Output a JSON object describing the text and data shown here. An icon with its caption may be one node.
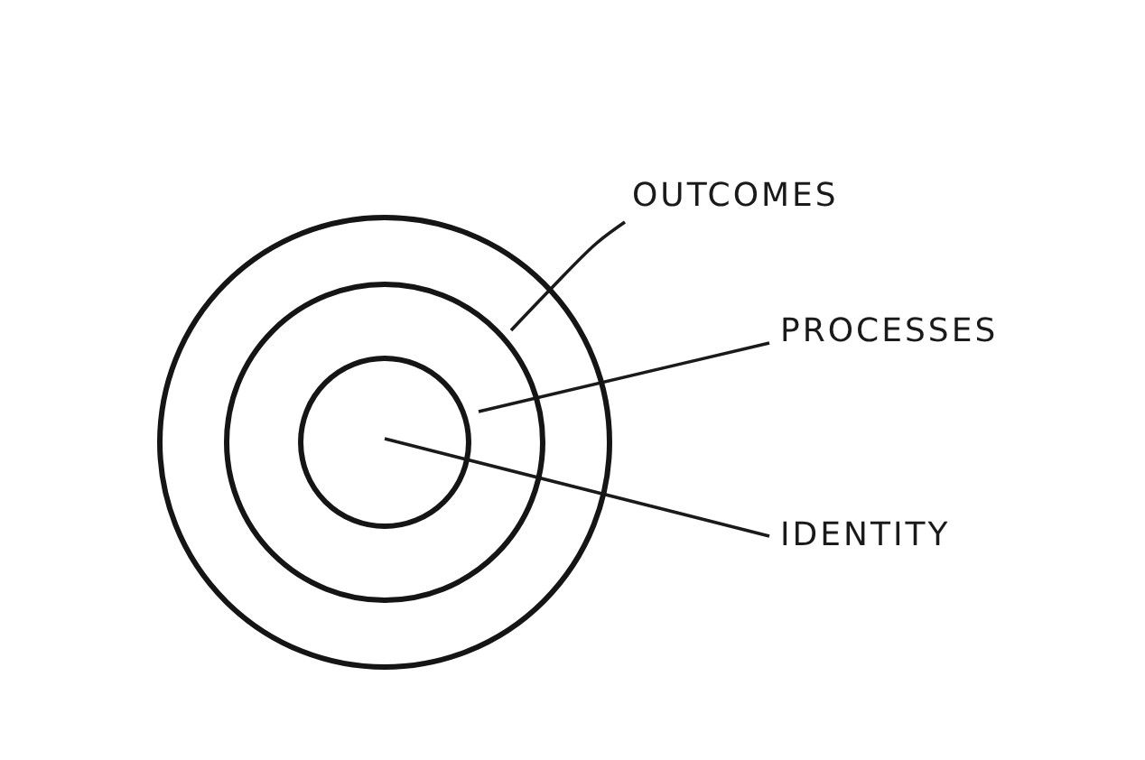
{
  "diagram": {
    "nodes": [
      {
        "text": [],
        "shape": "circle"
      },
      {
        "text": [],
        "shape": "circle",
        "in": 0
      },
      {
        "text": [],
        "shape": "circle",
        "in": 1
      },
      {
        "text": [
          "OUTCOMES"
        ]
      },
      {
        "text": [
          "PROCESSES"
        ]
      },
      {
        "text": [
          "IDENTITY"
        ]
      }
    ],
    "edges": [
      {
        "from": 3,
        "to": 0,
        "arrow": "none"
      },
      {
        "from": 4,
        "to": 1,
        "arrow": "none"
      },
      {
        "from": 5,
        "to": 2,
        "arrow": "none"
      }
    ]
  }
}
